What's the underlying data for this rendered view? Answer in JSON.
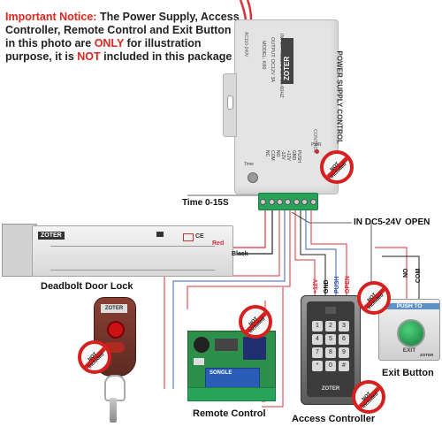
{
  "notice": {
    "t1": "Important Notice:",
    "t2": " The Power Supply, Access Controller, Remote Control and Exit Button in this photo are ",
    "t3": "ONLY",
    "t4": " for illustration purpose, it is ",
    "t5": "NOT",
    "t6": " included in this package"
  },
  "power_supply": {
    "title": "POWER SUPPLY CONTROL",
    "brand": "ZOTER",
    "line1": "INPUT: AC110-240V 50-60HZ",
    "line2": "OUTPUT: DC12V 3A",
    "line3": "MODEL: K80",
    "side": "AC110-240V",
    "control": "CONTROL",
    "terminals": [
      "NC",
      "COM",
      "NO",
      "-12V",
      "+12V",
      "GND",
      "PUSH"
    ],
    "time_knob": "Time",
    "pwr": "PWR"
  },
  "labels": {
    "time": "Time 0-15S",
    "in_dc": "IN DC5-24V",
    "open": "OPEN",
    "red": "Red",
    "black": "Black",
    "plus12": "+12V",
    "gnd": "GND",
    "push": "PUSH",
    "open_wire": "OPEN",
    "no": "NO",
    "com": "COM"
  },
  "lock": {
    "brand": "ZOTER",
    "caption": "Deadbolt Door Lock"
  },
  "remote_control": {
    "caption": "Remote Control",
    "brand": "ZOTER",
    "relay_text": "SONGLE"
  },
  "access_controller": {
    "caption": "Access Controller",
    "brand": "ZOTER",
    "keys": [
      "1",
      "2",
      "3",
      "4",
      "5",
      "6",
      "7",
      "8",
      "9",
      "*",
      "0",
      "#"
    ]
  },
  "exit_button": {
    "caption": "Exit Button",
    "top_text": "PUSH TO",
    "bottom_text": "EXIT",
    "brand": "ZOTER"
  },
  "not_included": "NOT included",
  "colors": {
    "accent_red": "#e0261f",
    "stamp_red": "#d61f1f",
    "terminal_green": "#27a35a",
    "wire_red": "#d8323a",
    "wire_blue": "#3b5fb5"
  }
}
